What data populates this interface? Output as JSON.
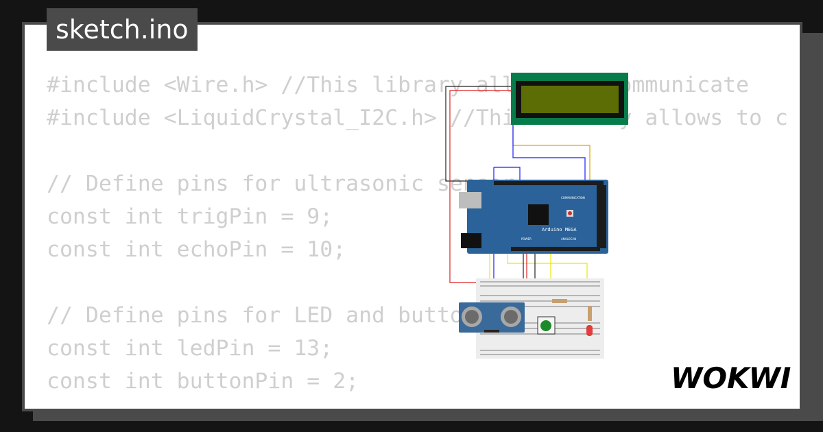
{
  "tab": {
    "filename": "sketch.ino"
  },
  "code": {
    "lines": [
      "#include <Wire.h> //This library allows to communicate",
      "#include <LiquidCrystal_I2C.h> //This library allows to c",
      "",
      "// Define pins for ultrasonic sensor",
      "const int trigPin = 9;",
      "const int echoPin = 10;",
      "",
      "// Define pins for LED and button",
      "const int ledPin = 13;",
      "const int buttonPin = 2;"
    ]
  },
  "board": {
    "label": "Arduino MEGA",
    "section_power": "POWER",
    "section_analog": "ANALOG IN",
    "section_comm": "COMMUNICATION"
  },
  "logo": {
    "text": "WOKWI"
  },
  "colors": {
    "board": "#2a6299",
    "lcd_pcb": "#087b4a",
    "lcd_screen": "#5d6d06",
    "sensor": "#3a6a99",
    "breadboard": "#ededed"
  }
}
